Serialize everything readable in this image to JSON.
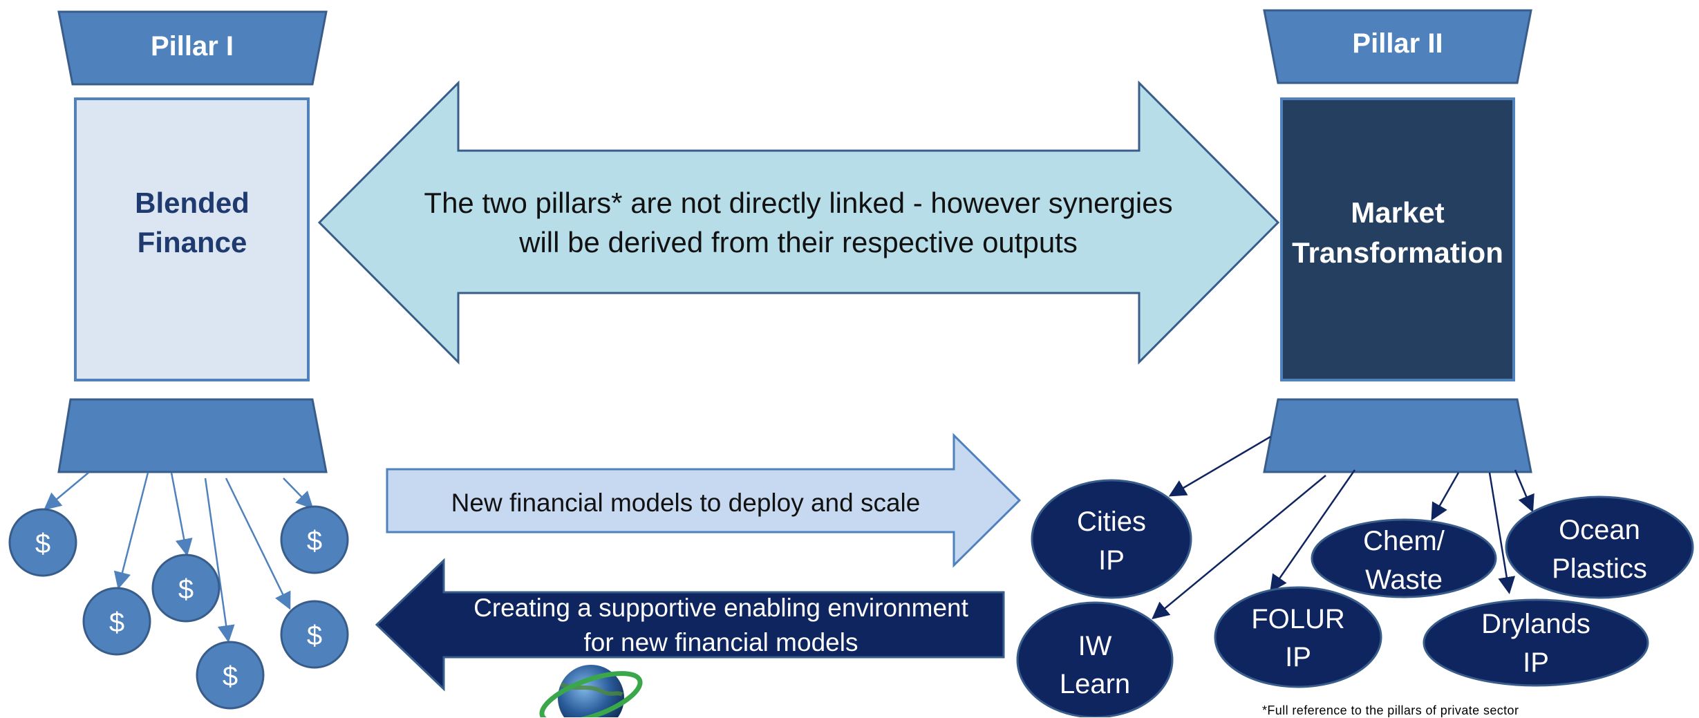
{
  "pillar1": {
    "header": "Pillar I",
    "title_line1": "Blended",
    "title_line2": "Finance"
  },
  "pillar2": {
    "header": "Pillar II",
    "title_line1": "Market",
    "title_line2": "Transformation"
  },
  "center_arrow": {
    "line1": "The two pillars* are not directly linked - however synergies",
    "line2": "will be derived from their respective outputs"
  },
  "right_arrow": {
    "label": "New financial models to deploy and scale"
  },
  "left_arrow": {
    "line1": "Creating a supportive enabling environment",
    "line2": "for new financial models"
  },
  "coins": [
    "$",
    "$",
    "$",
    "$",
    "$",
    "$"
  ],
  "programs": [
    {
      "line1": "Cities",
      "line2": "IP"
    },
    {
      "line1": "IW",
      "line2": "Learn"
    },
    {
      "line1": "FOLUR",
      "line2": "IP"
    },
    {
      "line1": "Chem/",
      "line2": "Waste"
    },
    {
      "line1": "Ocean",
      "line2": "Plastics"
    },
    {
      "line1": "Drylands",
      "line2": "IP"
    }
  ],
  "footnote": "*Full reference to the pillars of private sector",
  "colors": {
    "pillar_blue": "#4F81BD",
    "navy": "#0F2560",
    "dark_box": "#243F60",
    "light_box": "#DCE6F2",
    "center_arrow": "#B7DDE8",
    "right_arrow": "#C6D9F1"
  }
}
